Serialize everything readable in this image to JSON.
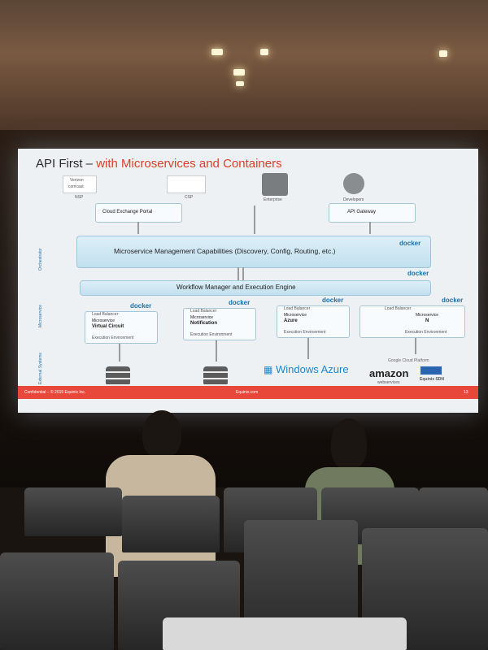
{
  "slide": {
    "title_main": "API First – ",
    "title_highlight": "with Microservices and Containers",
    "top_labels": {
      "nsp": "NSP",
      "csp": "CSP",
      "enterprise": "Enterprise",
      "developers": "Developers"
    },
    "logos_top": {
      "comcast": "comcast",
      "verizon": "Verizon"
    },
    "cloud_exchange_portal": "Cloud Exchange Portal",
    "api_gateway": "API Gateway",
    "management_bar": "Microservice Management Capabilities (Discovery, Config, Routing, etc.)",
    "workflow_bar": "Workflow Manager and Execution Engine",
    "side_labels": {
      "orchestrator": "Orchestrator",
      "microservice": "Microservice",
      "external": "External Systems"
    },
    "docker": "docker",
    "microservices": [
      {
        "top": "Load Balancer",
        "kind": "Microservice",
        "name": "Virtual Circuit",
        "bottom": "Execution Environment"
      },
      {
        "top": "Load Balancer",
        "kind": "Microservice",
        "name": "Notification",
        "bottom": "Execution Environment"
      },
      {
        "top": "Load Balancer",
        "kind": "Microservice",
        "name": "Azure",
        "bottom": "Execution Environment"
      },
      {
        "top": "Load Balancer",
        "kind": "Microservice",
        "name": "N",
        "bottom": "Execution Environment"
      }
    ],
    "external": {
      "windows_azure": "Windows Azure",
      "google": "Google Cloud Platform",
      "amazon": "amazon",
      "amazon_sub": "webservices",
      "equinix_sdn": "Equinix SDN"
    },
    "footer_left": "Confidential – © 2015 Equinix Inc.",
    "footer_center": "Equinix.com",
    "page_number": "13"
  },
  "colors": {
    "accent": "#d9412b",
    "footer": "#e8483a",
    "docker": "#1b6fa8",
    "bar": "#c2e0ef"
  }
}
